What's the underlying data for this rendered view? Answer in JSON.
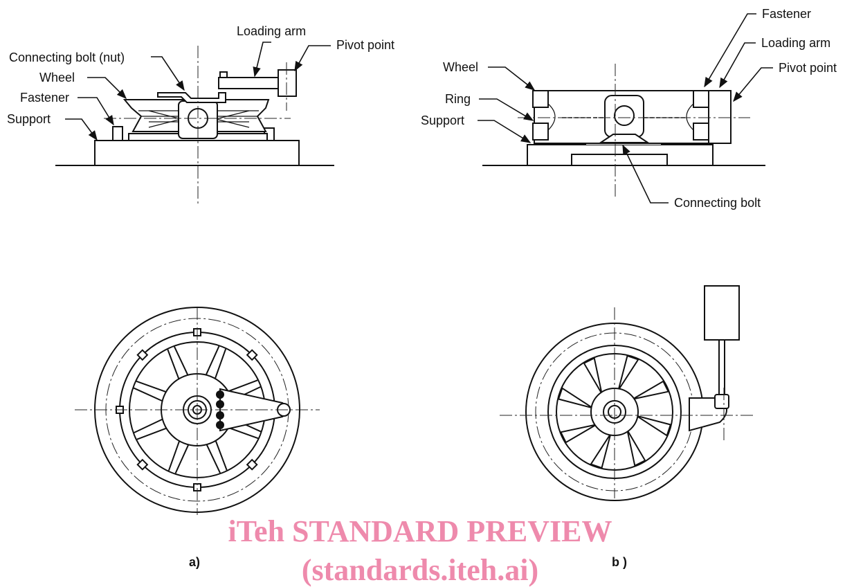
{
  "diagram_a": {
    "labels": {
      "loading_arm": "Loading arm",
      "pivot_point": "Pivot point",
      "connecting_bolt_nut": "Connecting bolt (nut)",
      "wheel": "Wheel",
      "fastener": "Fastener",
      "support": "Support"
    },
    "caption": "a)"
  },
  "diagram_b": {
    "labels": {
      "fastener": "Fastener",
      "loading_arm": "Loading arm",
      "pivot_point": "Pivot point",
      "wheel": "Wheel",
      "ring": "Ring",
      "support": "Support",
      "connecting_bolt": "Connecting bolt"
    },
    "caption": "b )"
  },
  "watermark": {
    "line1": "iTeh STANDARD PREVIEW",
    "line2": "(standards.iteh.ai)",
    "color": "#ee8aac"
  }
}
